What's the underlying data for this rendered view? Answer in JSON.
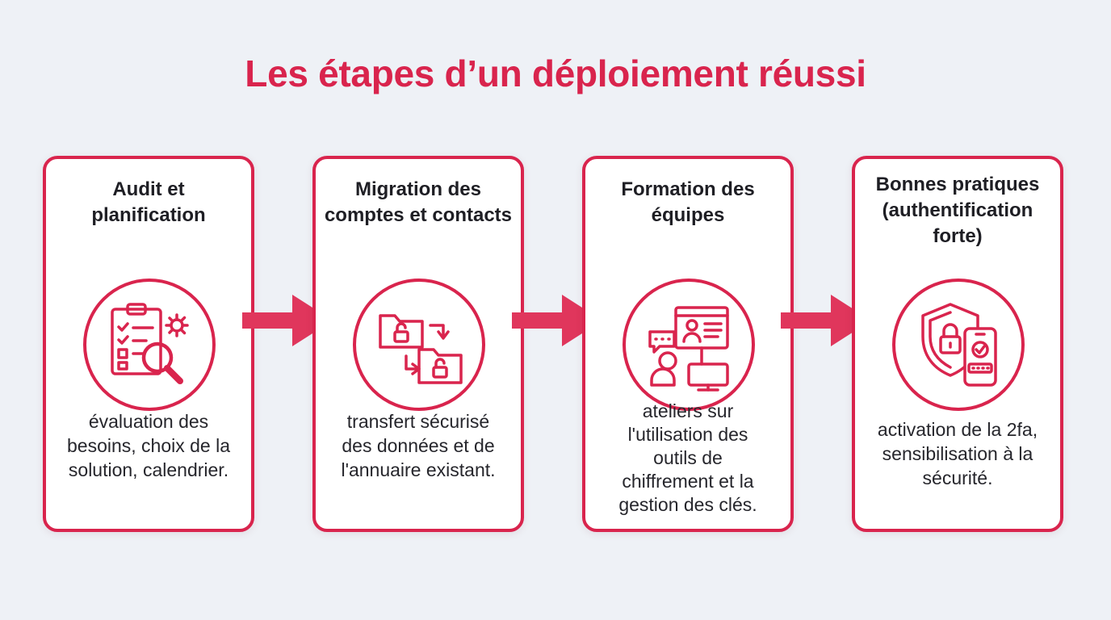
{
  "title": "Les étapes d’un déploiement réussi",
  "colors": {
    "accent": "#d9244d",
    "background": "#eef1f6",
    "text": "#1e1e24"
  },
  "steps": [
    {
      "title_lines": [
        "Audit et",
        "planification"
      ],
      "icon": "checklist-audit-icon",
      "desc_lines": [
        "évaluation des",
        "besoins, choix de la",
        "solution, calendrier."
      ]
    },
    {
      "title_lines": [
        "Migration des",
        "comptes et contacts"
      ],
      "icon": "folder-migration-icon",
      "desc_lines": [
        "transfert sécurisé",
        "des données et de",
        "l'annuaire existant."
      ]
    },
    {
      "title_lines": [
        "Formation des",
        "équipes"
      ],
      "icon": "training-screen-icon",
      "desc_lines": [
        "ateliers sur",
        "l'utilisation des",
        "outils de",
        "chiffrement et la",
        "gestion des clés."
      ]
    },
    {
      "title_lines": [
        "Bonnes pratiques",
        "(authentification",
        "forte)"
      ],
      "icon": "shield-2fa-icon",
      "desc_lines": [
        "activation de la 2fa,",
        "sensibilisation à la",
        "sécurité."
      ]
    }
  ]
}
